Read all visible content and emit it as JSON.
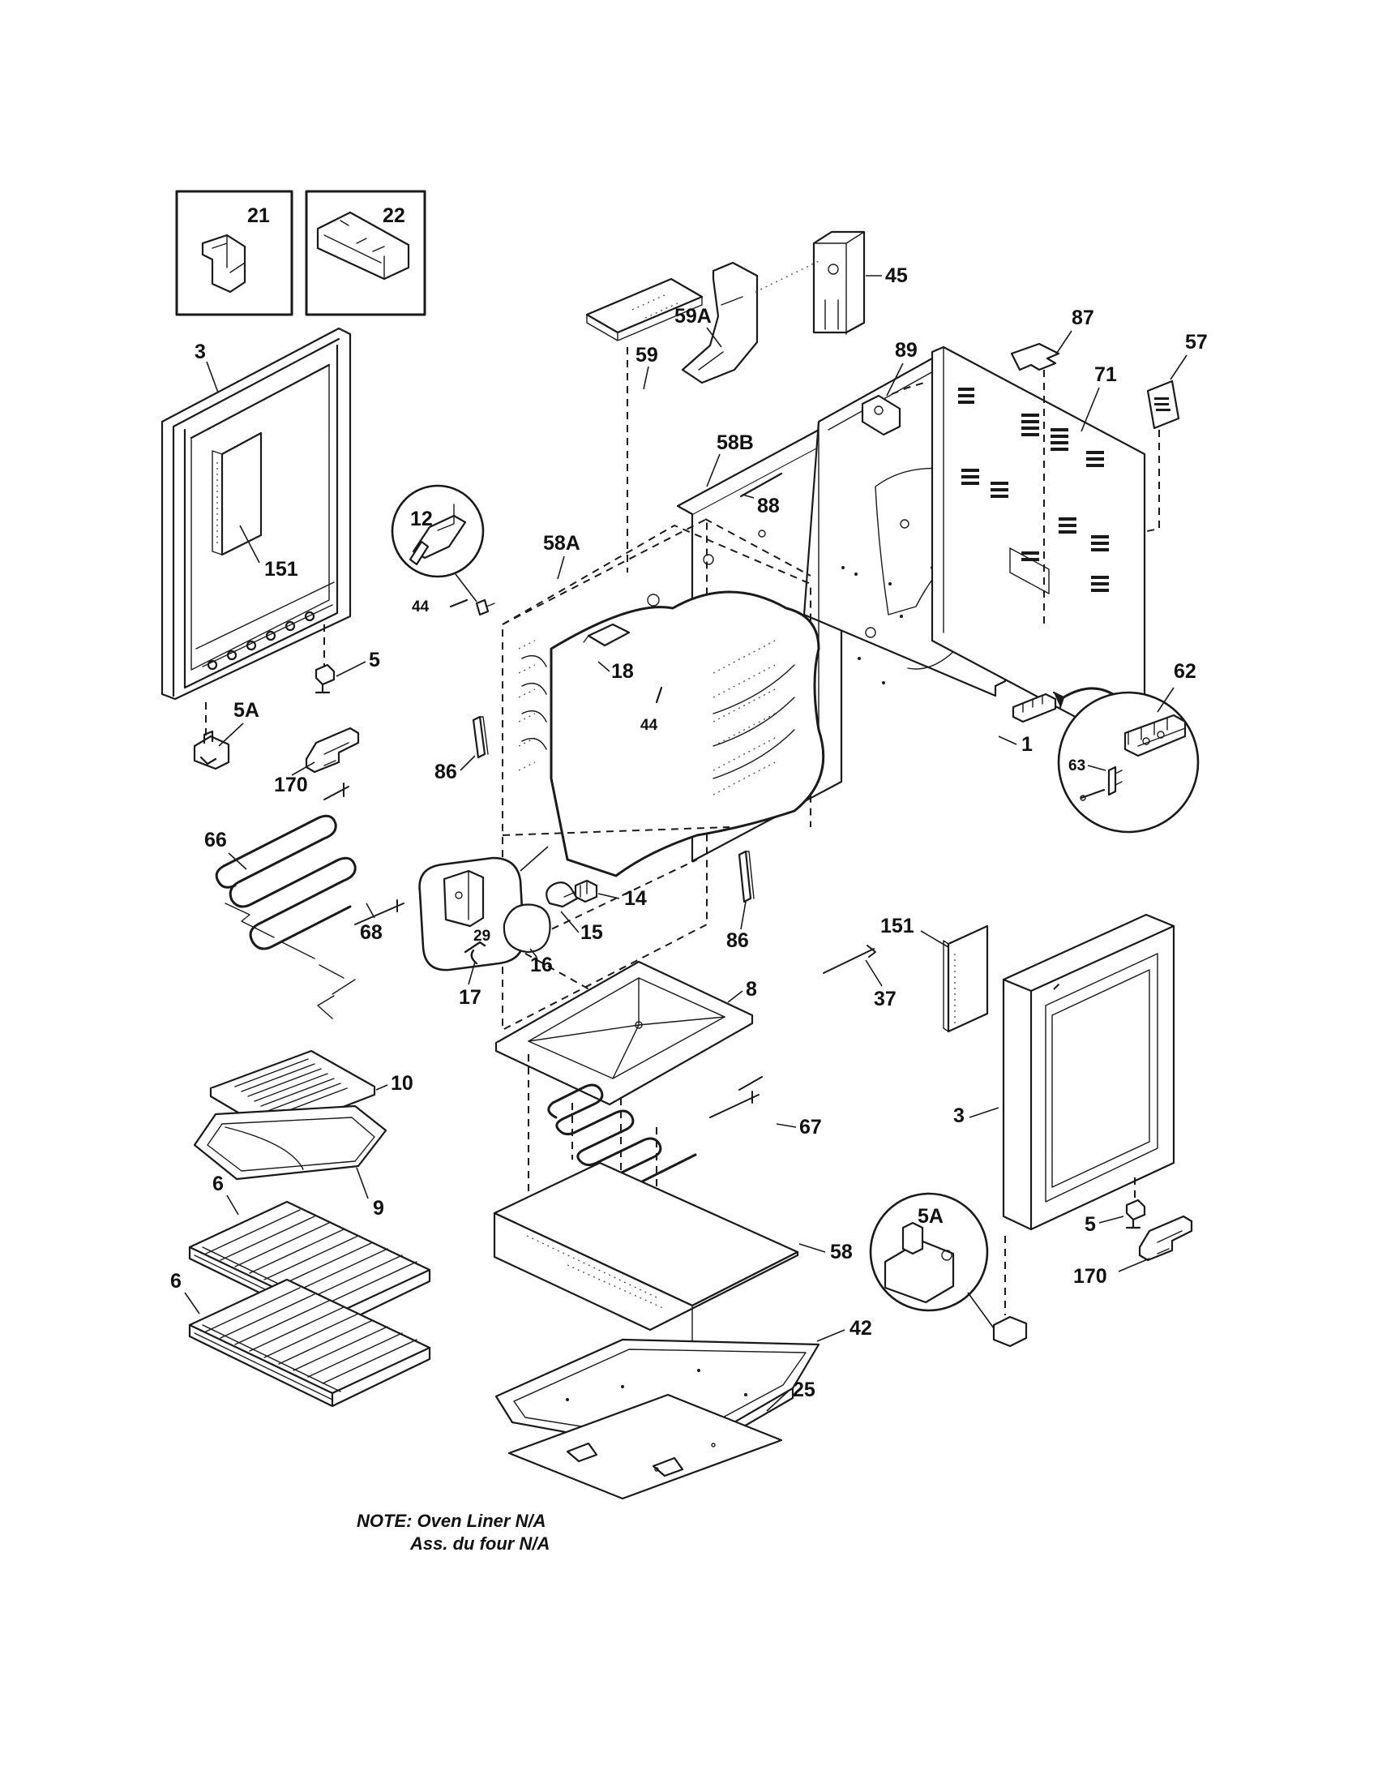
{
  "callouts": {
    "p21": "21",
    "p22": "22",
    "p3_left": "3",
    "p151_left": "151",
    "p5_left": "5",
    "p5a_left": "5A",
    "p170_left": "170",
    "p45": "45",
    "p59a": "59A",
    "p59": "59",
    "p58b": "58B",
    "p88": "88",
    "p89": "89",
    "p87": "87",
    "p57": "57",
    "p71": "71",
    "p12": "12",
    "p58a": "58A",
    "p44_top": "44",
    "p18": "18",
    "p44_mid": "44",
    "p86_left": "86",
    "p86_right": "86",
    "p1": "1",
    "p62": "62",
    "p63": "63",
    "p66": "66",
    "p68": "68",
    "p29": "29",
    "p14": "14",
    "p15": "15",
    "p16": "16",
    "p17": "17",
    "p8": "8",
    "p67": "67",
    "p10": "10",
    "p9": "9",
    "p6_top": "6",
    "p6_bottom": "6",
    "p58": "58",
    "p42": "42",
    "p25": "25",
    "p151_right": "151",
    "p37": "37",
    "p3_right": "3",
    "p5a_right": "5A",
    "p5_right": "5",
    "p170_right": "170"
  },
  "note": {
    "line1": "NOTE: Oven Liner N/A",
    "line2": "Ass. du four N/A"
  }
}
